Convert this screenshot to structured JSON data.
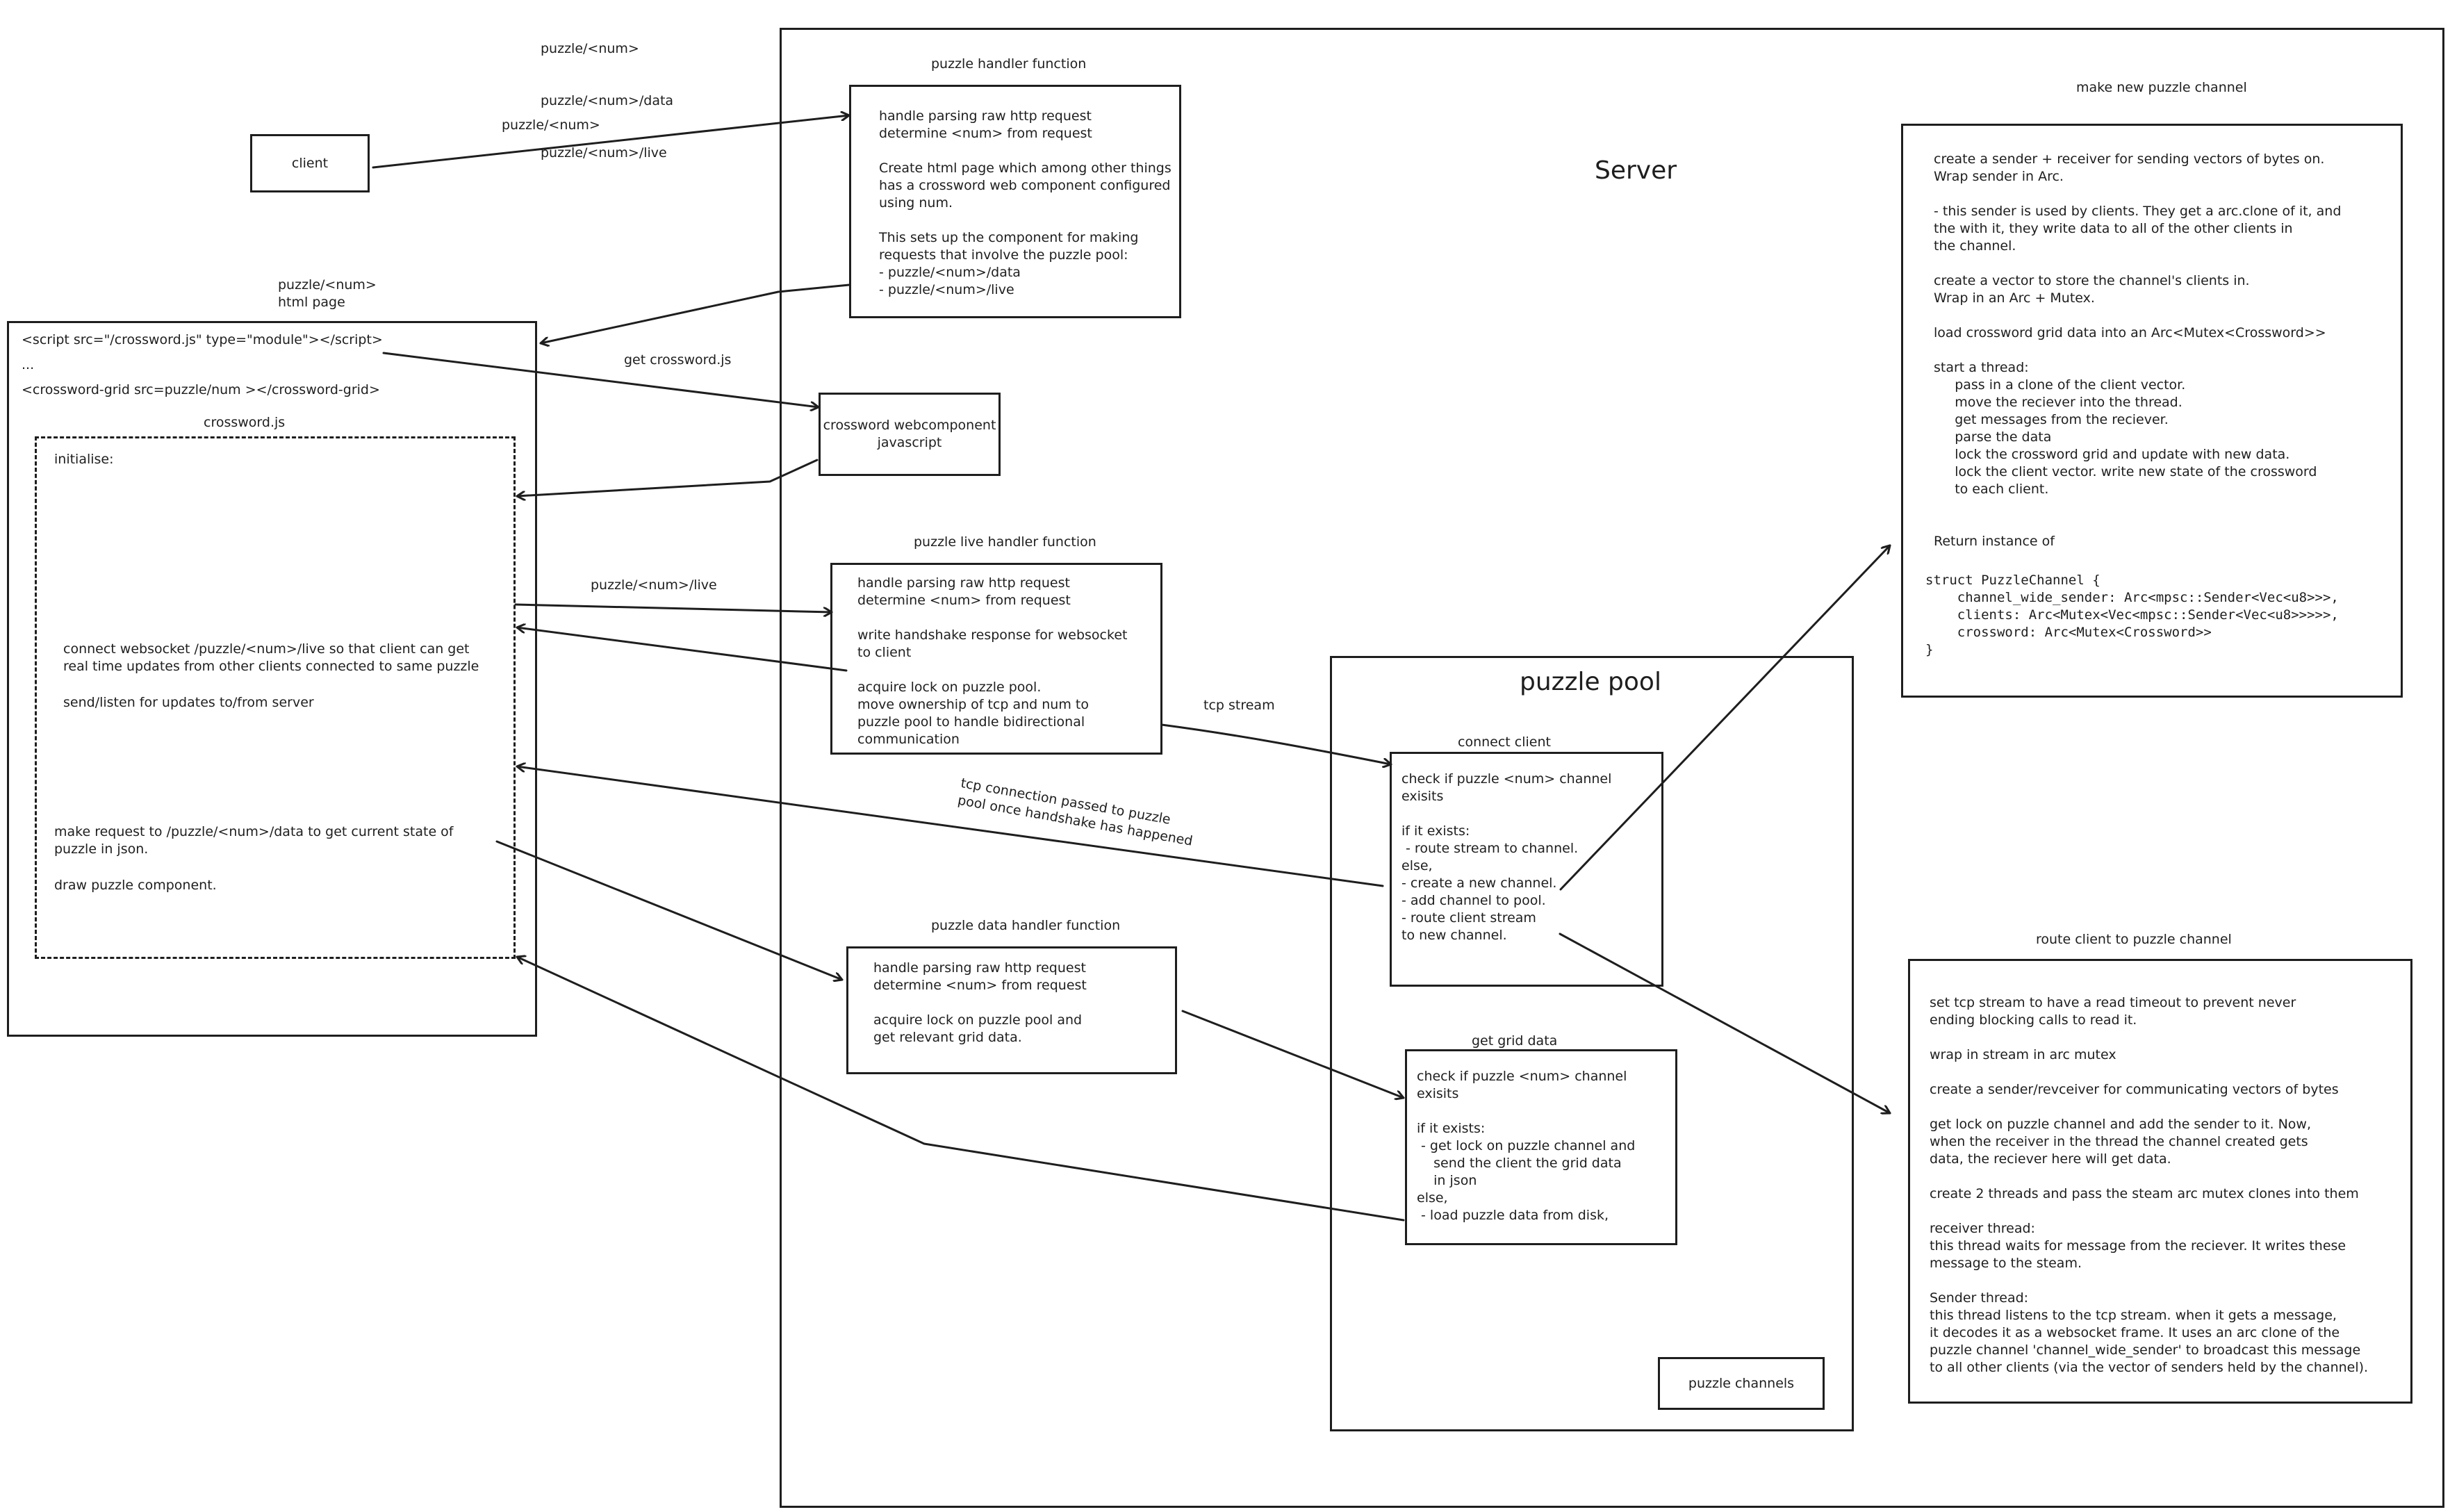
{
  "routes_note": [
    "puzzle/<num>",
    "puzzle/<num>/data",
    "puzzle/<num>/live"
  ],
  "client": {
    "label": "client"
  },
  "arrow_labels": {
    "client_to_server": "puzzle/<num>",
    "html_page": [
      "puzzle/<num>",
      "html page"
    ],
    "get_js": "get crossword.js",
    "live": "puzzle/<num>/live",
    "tcp_stream": "tcp stream",
    "tcp_connection": [
      "tcp connection passed to puzzle",
      "pool once handshake has happened"
    ]
  },
  "html_page": {
    "lines": [
      "<script src=\"/crossword.js\" type=\"module\"></script>",
      "...",
      "<crossword-grid src=puzzle/num ></crossword-grid>"
    ],
    "crossword_js": {
      "title": "crossword.js",
      "initialise": "initialise:",
      "websocket": "connect websocket /puzzle/<num>/live so that client can get\nreal time updates from other clients connected to same puzzle",
      "send_listen": "send/listen for updates to/from server",
      "request": "make request to /puzzle/<num>/data to get current state of\npuzzle in json.",
      "draw": "draw puzzle component."
    }
  },
  "server": {
    "title": "Server",
    "puzzle_handler": {
      "title": "puzzle handler function",
      "body": "handle parsing raw http request\ndetermine <num> from request\n\nCreate html page which among other things\nhas a crossword web component configured\nusing num.\n\nThis sets up the component for making\nrequests that involve the puzzle pool:\n- puzzle/<num>/data\n- puzzle/<num>/live"
    },
    "webcomponent": {
      "label": "crossword webcomponent\njavascript"
    },
    "live_handler": {
      "title": "puzzle live handler function",
      "body": "handle parsing raw http request\ndetermine <num> from request\n\nwrite handshake response for websocket\nto client\n\nacquire lock on puzzle pool.\nmove ownership of tcp and num to\npuzzle pool to handle bidirectional\ncommunication"
    },
    "data_handler": {
      "title": "puzzle data handler function",
      "body": "handle parsing raw http request\ndetermine <num> from request\n\nacquire lock on puzzle pool and\nget relevant grid data."
    },
    "puzzle_pool": {
      "title": "puzzle pool",
      "connect_client": {
        "title": "connect client",
        "body": "check if puzzle <num> channel\nexisits\n\nif it exists:\n - route stream to channel.\nelse,\n- create a new channel.\n- add channel to pool.\n- route client stream\nto new channel."
      },
      "get_grid_data": {
        "title": "get grid data",
        "body": "check if puzzle <num> channel\nexisits\n\nif it exists:\n - get lock on puzzle channel and\n    send the client the grid data\n    in json\nelse,\n - load puzzle data from disk,"
      },
      "puzzle_channels": {
        "label": "puzzle channels"
      }
    },
    "make_channel": {
      "title": "make new puzzle channel",
      "body": "create a sender + receiver for sending vectors of bytes on.\nWrap sender in Arc.\n\n- this sender is used by clients. They get a arc.clone of it, and\nthe with it, they write data to all of the other clients in\nthe channel.\n\ncreate a vector to store the channel's clients in.\nWrap in an Arc + Mutex.\n\nload crossword grid data into an Arc<Mutex<Crossword>>\n\nstart a thread:\n     pass in a clone of the client vector.\n     move the reciever into the thread.\n     get messages from the reciever.\n     parse the data\n     lock the crossword grid and update with new data.\n     lock the client vector. write new state of the crossword\n     to each client.\n\n\nReturn instance of",
      "code": "struct PuzzleChannel {\n    channel_wide_sender: Arc<mpsc::Sender<Vec<u8>>>,\n    clients: Arc<Mutex<Vec<mpsc::Sender<Vec<u8>>>>>,\n    crossword: Arc<Mutex<Crossword>>\n}"
    },
    "route_client": {
      "title": "route client to puzzle channel",
      "body": "set tcp stream to have a read timeout to prevent never\nending blocking calls to read it.\n\nwrap in stream in arc mutex\n\ncreate a sender/revceiver for communicating vectors of bytes\n\nget lock on puzzle channel and add the sender to it. Now,\nwhen the receiver in the thread the channel created gets\ndata, the reciever here will get data.\n\ncreate 2 threads and pass the steam arc mutex clones into them\n\nreceiver thread:\nthis thread waits for message from the reciever. It writes these\nmessage to the steam.\n\nSender thread:\nthis thread listens to the tcp stream. when it gets a message,\nit decodes it as a websocket frame. It uses an arc clone of the\npuzzle channel 'channel_wide_sender' to broadcast this message\nto all other clients (via the vector of senders held by the channel)."
    }
  }
}
